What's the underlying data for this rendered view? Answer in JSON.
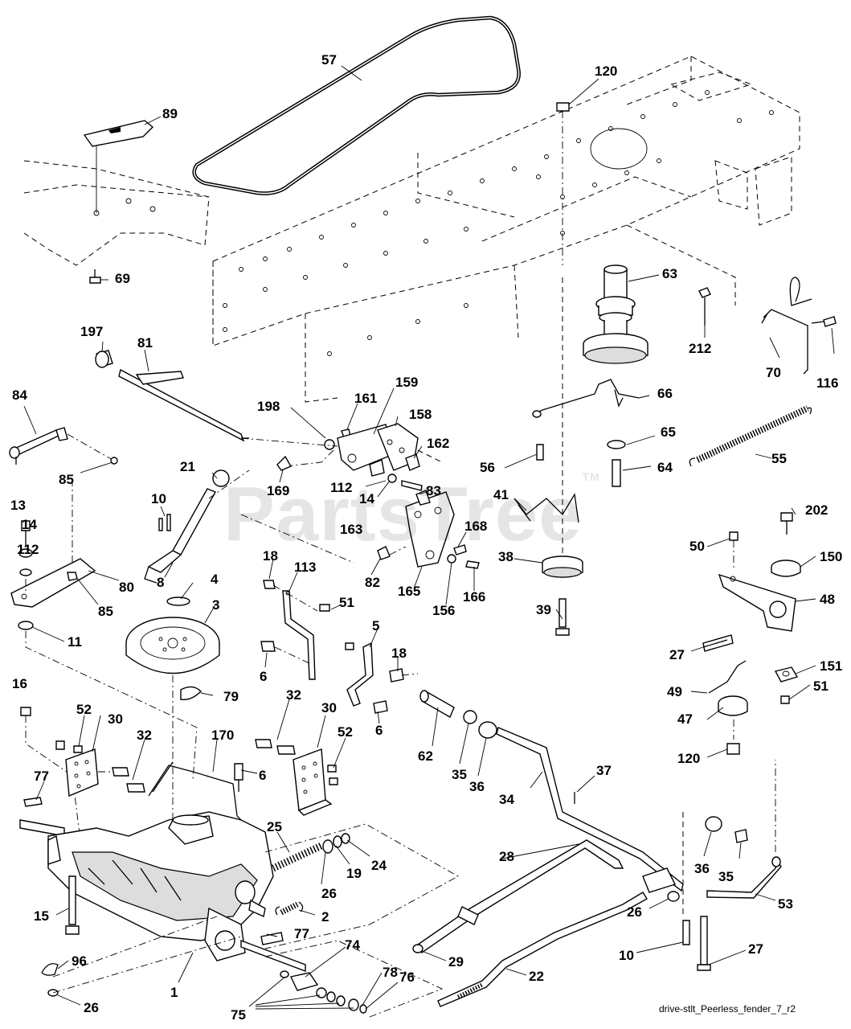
{
  "diagram": {
    "watermark": "PartsTree",
    "trademark": "TM",
    "caption": "drive-stlt_Peerless_fender_7_r2",
    "callouts": [
      {
        "id": "57",
        "text": "57"
      },
      {
        "id": "120a",
        "text": "120"
      },
      {
        "id": "89",
        "text": "89"
      },
      {
        "id": "69",
        "text": "69"
      },
      {
        "id": "63",
        "text": "63"
      },
      {
        "id": "212",
        "text": "212"
      },
      {
        "id": "70",
        "text": "70"
      },
      {
        "id": "116",
        "text": "116"
      },
      {
        "id": "197",
        "text": "197"
      },
      {
        "id": "81",
        "text": "81"
      },
      {
        "id": "84",
        "text": "84"
      },
      {
        "id": "85a",
        "text": "85"
      },
      {
        "id": "198",
        "text": "198"
      },
      {
        "id": "161",
        "text": "161"
      },
      {
        "id": "159",
        "text": "159"
      },
      {
        "id": "158",
        "text": "158"
      },
      {
        "id": "162",
        "text": "162"
      },
      {
        "id": "66",
        "text": "66"
      },
      {
        "id": "65",
        "text": "65"
      },
      {
        "id": "64",
        "text": "64"
      },
      {
        "id": "56",
        "text": "56"
      },
      {
        "id": "55",
        "text": "55"
      },
      {
        "id": "21",
        "text": "21"
      },
      {
        "id": "169",
        "text": "169"
      },
      {
        "id": "112a",
        "text": "112"
      },
      {
        "id": "14a",
        "text": "14"
      },
      {
        "id": "83",
        "text": "83"
      },
      {
        "id": "41",
        "text": "41"
      },
      {
        "id": "10a",
        "text": "10"
      },
      {
        "id": "13",
        "text": "13"
      },
      {
        "id": "14b",
        "text": "14"
      },
      {
        "id": "112b",
        "text": "112"
      },
      {
        "id": "163",
        "text": "163"
      },
      {
        "id": "168",
        "text": "168"
      },
      {
        "id": "202",
        "text": "202"
      },
      {
        "id": "50",
        "text": "50"
      },
      {
        "id": "150",
        "text": "150"
      },
      {
        "id": "18a",
        "text": "18"
      },
      {
        "id": "113",
        "text": "113"
      },
      {
        "id": "80",
        "text": "80"
      },
      {
        "id": "8",
        "text": "8"
      },
      {
        "id": "82",
        "text": "82"
      },
      {
        "id": "165",
        "text": "165"
      },
      {
        "id": "156",
        "text": "156"
      },
      {
        "id": "166",
        "text": "166"
      },
      {
        "id": "38",
        "text": "38"
      },
      {
        "id": "48",
        "text": "48"
      },
      {
        "id": "4",
        "text": "4"
      },
      {
        "id": "85b",
        "text": "85"
      },
      {
        "id": "51a",
        "text": "51"
      },
      {
        "id": "3",
        "text": "3"
      },
      {
        "id": "39",
        "text": "39"
      },
      {
        "id": "11",
        "text": "11"
      },
      {
        "id": "5",
        "text": "5"
      },
      {
        "id": "27a",
        "text": "27"
      },
      {
        "id": "18b",
        "text": "18"
      },
      {
        "id": "151",
        "text": "151"
      },
      {
        "id": "6a",
        "text": "6"
      },
      {
        "id": "16",
        "text": "16"
      },
      {
        "id": "79",
        "text": "79"
      },
      {
        "id": "49",
        "text": "49"
      },
      {
        "id": "51b",
        "text": "51"
      },
      {
        "id": "32a",
        "text": "32"
      },
      {
        "id": "52a",
        "text": "52"
      },
      {
        "id": "30a",
        "text": "30"
      },
      {
        "id": "30b",
        "text": "30"
      },
      {
        "id": "47",
        "text": "47"
      },
      {
        "id": "6b",
        "text": "6"
      },
      {
        "id": "32b",
        "text": "32"
      },
      {
        "id": "52b",
        "text": "52"
      },
      {
        "id": "62",
        "text": "62"
      },
      {
        "id": "120b",
        "text": "120"
      },
      {
        "id": "170",
        "text": "170"
      },
      {
        "id": "35a",
        "text": "35"
      },
      {
        "id": "36a",
        "text": "36"
      },
      {
        "id": "37",
        "text": "37"
      },
      {
        "id": "77a",
        "text": "77"
      },
      {
        "id": "6c",
        "text": "6"
      },
      {
        "id": "34",
        "text": "34"
      },
      {
        "id": "25",
        "text": "25"
      },
      {
        "id": "24",
        "text": "24"
      },
      {
        "id": "28",
        "text": "28"
      },
      {
        "id": "19",
        "text": "19"
      },
      {
        "id": "36b",
        "text": "36"
      },
      {
        "id": "35b",
        "text": "35"
      },
      {
        "id": "26a",
        "text": "26"
      },
      {
        "id": "53",
        "text": "53"
      },
      {
        "id": "15",
        "text": "15"
      },
      {
        "id": "2",
        "text": "2"
      },
      {
        "id": "26b",
        "text": "26"
      },
      {
        "id": "77b",
        "text": "77"
      },
      {
        "id": "74",
        "text": "74"
      },
      {
        "id": "10b",
        "text": "10"
      },
      {
        "id": "27b",
        "text": "27"
      },
      {
        "id": "96",
        "text": "96"
      },
      {
        "id": "29",
        "text": "29"
      },
      {
        "id": "78",
        "text": "78"
      },
      {
        "id": "22",
        "text": "22"
      },
      {
        "id": "1",
        "text": "1"
      },
      {
        "id": "76",
        "text": "76"
      },
      {
        "id": "26c",
        "text": "26"
      },
      {
        "id": "75",
        "text": "75"
      }
    ]
  }
}
